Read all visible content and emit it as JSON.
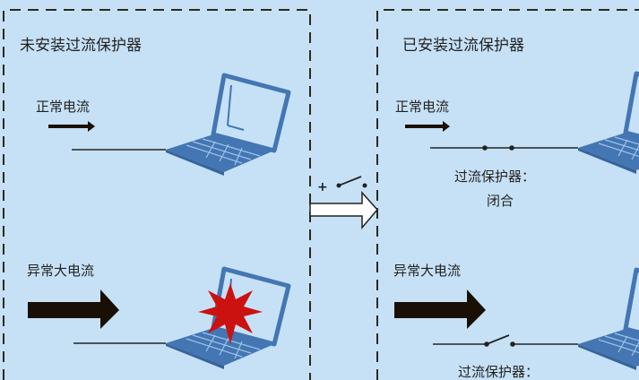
{
  "left_panel": {
    "title": "未安装过流保护器",
    "normal_label": "正常电流",
    "abnormal_label": "异常大电流"
  },
  "right_panel": {
    "title": "已安装过流保护器",
    "normal_label": "正常电流",
    "protector_label_closed": "过流保护器：",
    "closed_state": "闭合",
    "abnormal_label": "异常大电流",
    "protector_label_open": "过流保护器："
  },
  "middle": {
    "plus_sign": "+"
  },
  "colors": {
    "background": "#c6e1f6",
    "laptop": "#4376b3",
    "explosion": "#cc1111",
    "arrow": "#1a0f05"
  }
}
